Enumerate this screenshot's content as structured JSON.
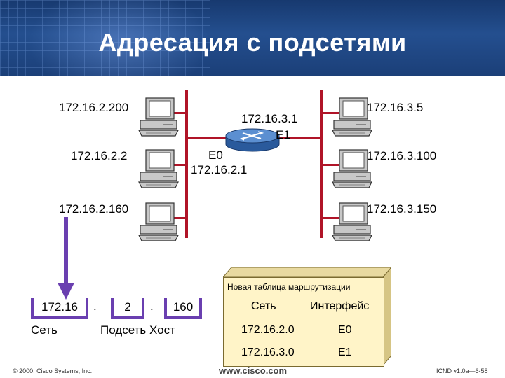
{
  "slide": {
    "title": "Адресация с подсетями",
    "footer_left": "© 2000, Cisco Systems, Inc.",
    "footer_center": "www.cisco.com",
    "footer_right": "ICND v1.0a—6-58"
  },
  "network": {
    "left_hosts": [
      "172.16.2.200",
      "172.16.2.2",
      "172.16.2.160"
    ],
    "right_hosts": [
      "172.16.3.5",
      "172.16.3.100",
      "172.16.3.150"
    ],
    "router": {
      "e1_label": "E1",
      "e1_ip": "172.16.3.1",
      "e0_label": "E0",
      "e0_ip": "172.16.2.1"
    }
  },
  "address_breakdown": {
    "network_value": "172.16",
    "subnet_value": "2",
    "host_value": "160",
    "separator": ".",
    "network_label": "Сеть",
    "subnet_host_label": "Подсеть Хост"
  },
  "routing_table": {
    "title": "Новая таблица маршрутизации",
    "headers": [
      "Сеть",
      "Интерфейс"
    ],
    "rows": [
      [
        "172.16.2.0",
        "E0"
      ],
      [
        "172.16.3.0",
        "E1"
      ]
    ]
  },
  "colors": {
    "bus": "#b01428",
    "arrow": "#6a3fb0",
    "router": "#3a6fb5",
    "table_fill": "#fff4c8"
  }
}
